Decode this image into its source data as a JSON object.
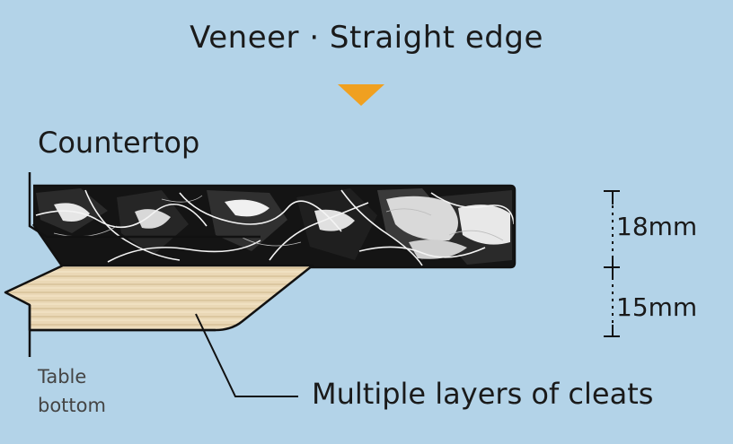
{
  "title": "Veneer · Straight edge",
  "labels": {
    "countertop": "Countertop",
    "thickness_top": "18mm",
    "thickness_bottom": "15mm",
    "cleats": "Multiple layers of cleats",
    "table_bottom": "Table bottom"
  },
  "colors": {
    "background": "#b3d3e8",
    "arrow": "#f0a020",
    "wood": "#e9d7b5",
    "marble_dark": "#151515",
    "line": "#1a1a1a"
  }
}
